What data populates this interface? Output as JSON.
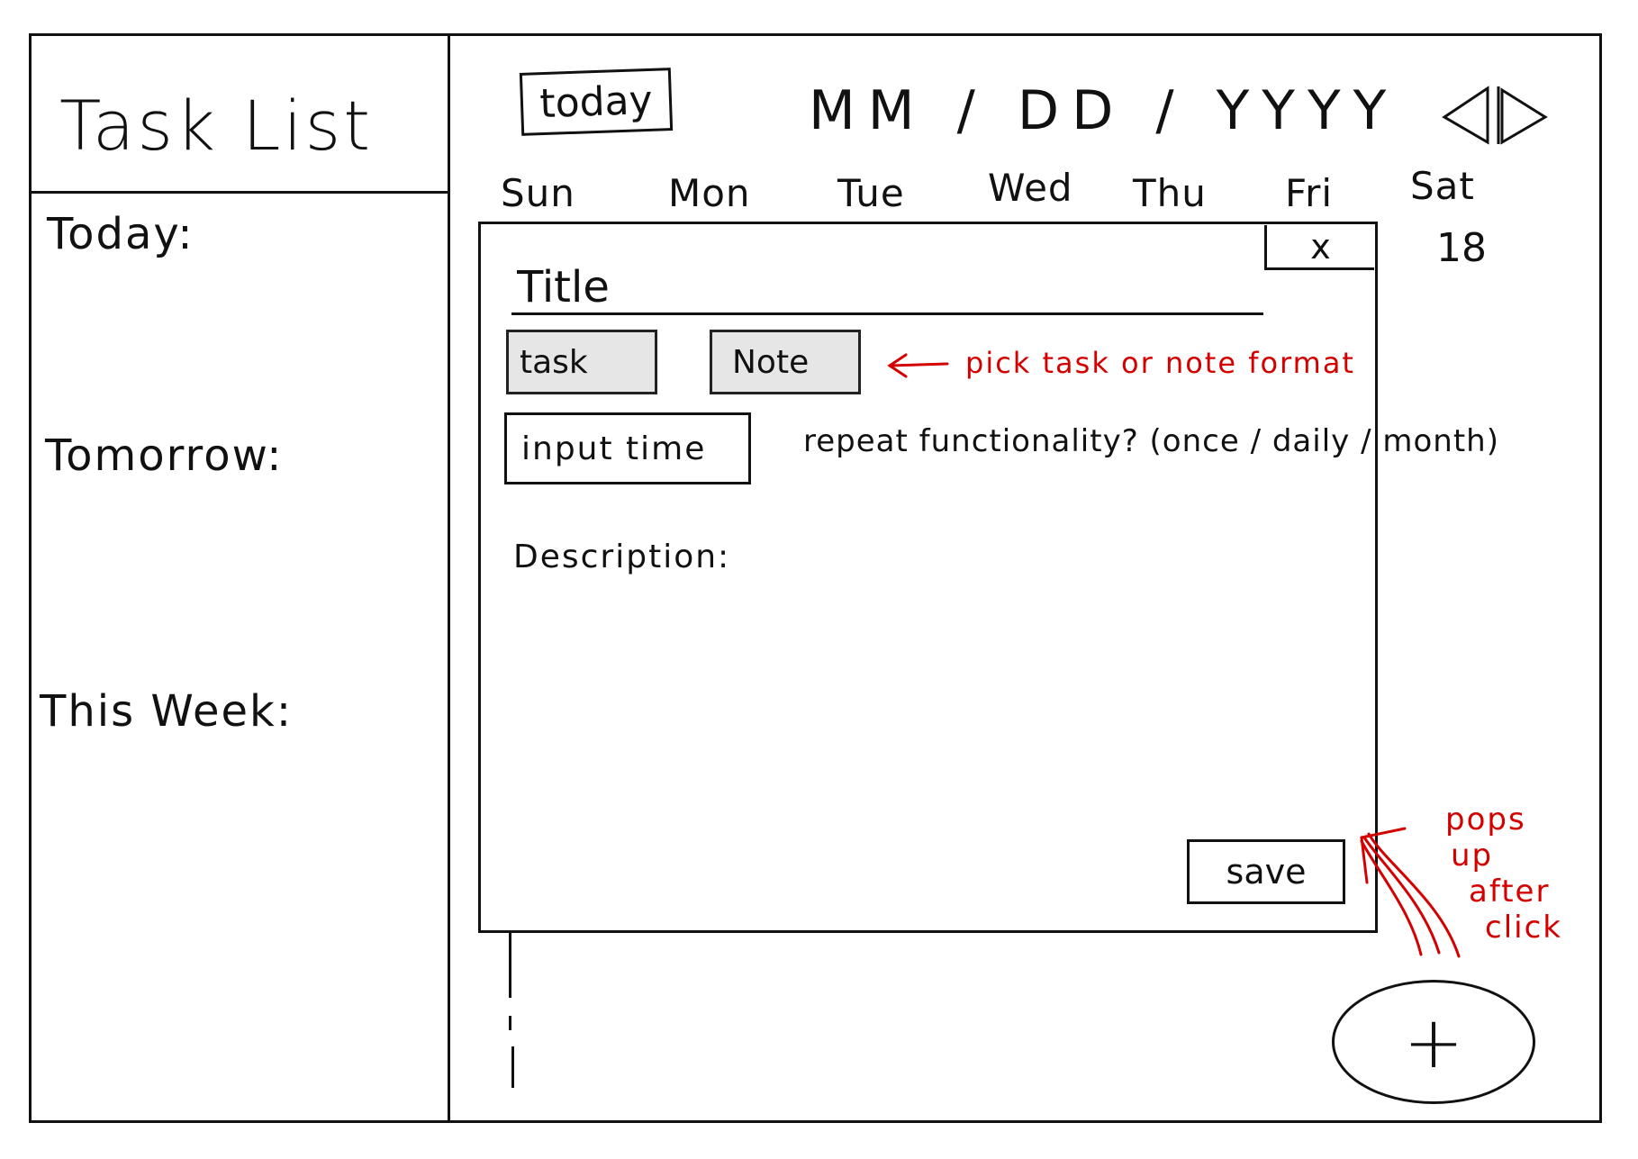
{
  "sidebar": {
    "title": "Task List",
    "sections": [
      "Today:",
      "Tomorrow:",
      "This Week:"
    ]
  },
  "header": {
    "today_button": "today",
    "date": "MM / DD / YYYY",
    "prev_icon": "triangle-left-icon",
    "next_icon": "triangle-right-icon"
  },
  "weekdays": [
    "Sun",
    "Mon",
    "Tue",
    "Wed",
    "Thu",
    "Fri",
    "Sat"
  ],
  "visible_day_number": "18",
  "modal": {
    "close_label": "x",
    "title_placeholder": "Title",
    "format_options": [
      "task",
      "Note"
    ],
    "format_annotation": "pick task or note format",
    "time_placeholder": "input time",
    "repeat_text": "repeat functionality? (once / daily / month)",
    "description_label": "Description:",
    "save_label": "save"
  },
  "fab": {
    "icon": "plus-icon",
    "label": "+",
    "annotation_lines": [
      "pops",
      "up",
      "after",
      "click"
    ]
  },
  "annotation_color": "#d40000"
}
